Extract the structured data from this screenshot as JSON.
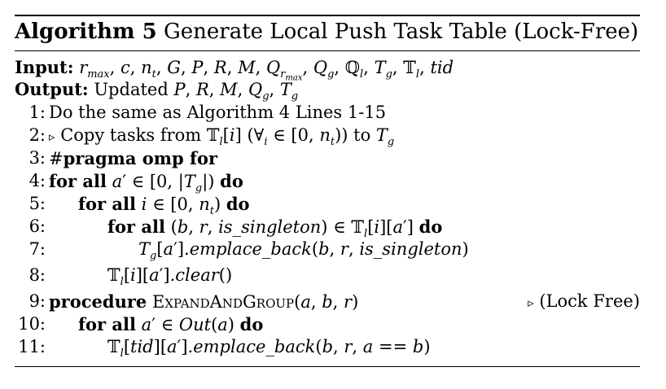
{
  "algorithm": {
    "label": "Algorithm 5",
    "title": "Generate Local Push Task Table (Lock-Free)"
  },
  "input": {
    "label": "Input:",
    "params": "r_max, c, n_t, G, P, R, M, Q_{r_max}, Q_g, ℚ_l, T_g, 𝕋_l, tid"
  },
  "output": {
    "label": "Output:",
    "text": "Updated P, R, M, Q_g, T_g"
  },
  "lines": [
    {
      "num": "1:",
      "text": "Do the same as Algorithm 4 Lines 1-15"
    },
    {
      "num": "2:",
      "text": "▹ Copy tasks from 𝕋_l[i] (∀_i ∈ [0, n_t)) to T_g"
    },
    {
      "num": "3:",
      "text": "#pragma omp for"
    },
    {
      "num": "4:",
      "text": "for all a′ ∈ [0, |T_g|) do"
    },
    {
      "num": "5:",
      "text": "for all i ∈ [0, n_t) do"
    },
    {
      "num": "6:",
      "text": "for all (b, r, is_singleton) ∈ 𝕋_l[i][a′] do"
    },
    {
      "num": "7:",
      "text": "T_g[a′].emplace_back(b, r, is_singleton)"
    },
    {
      "num": "8:",
      "text": "𝕋_l[i][a′].clear()"
    },
    {
      "num": "9:",
      "text": "procedure ExpandAndGroup(a, b, r)",
      "comment": "▹ (Lock Free)"
    },
    {
      "num": "10:",
      "text": "for all a′ ∈ Out(a) do"
    },
    {
      "num": "11:",
      "text": "𝕋_l[tid][a′].emplace_back(b, r, a == b)"
    }
  ]
}
